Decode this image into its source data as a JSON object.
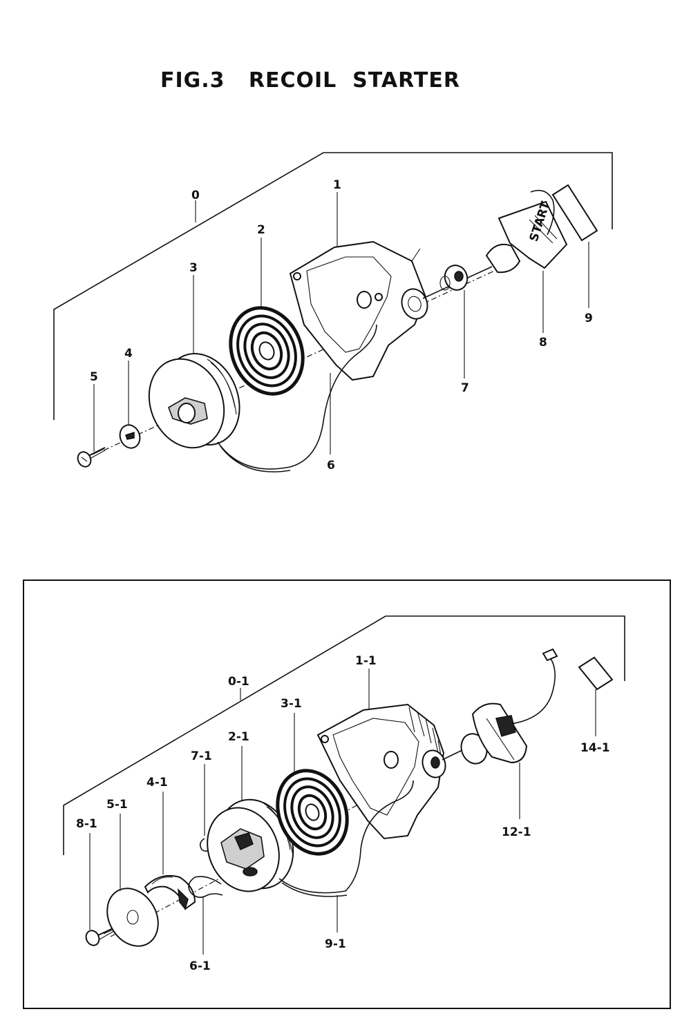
{
  "title": "FIG.3   RECOIL  STARTER",
  "top_labels": {
    "l0": "0",
    "l1": "1",
    "l2": "2",
    "l3": "3",
    "l4": "4",
    "l5": "5",
    "l6": "6",
    "l7": "7",
    "l8": "8",
    "l9": "9"
  },
  "handle_text": "START",
  "bottom_labels": {
    "l0": "0-1",
    "l1": "1-1",
    "l2": "2-1",
    "l3": "3-1",
    "l4": "4-1",
    "l5": "5-1",
    "l6": "6-1",
    "l7": "7-1",
    "l8": "8-1",
    "l9": "9-1",
    "l12": "12-1",
    "l14": "14-1"
  }
}
